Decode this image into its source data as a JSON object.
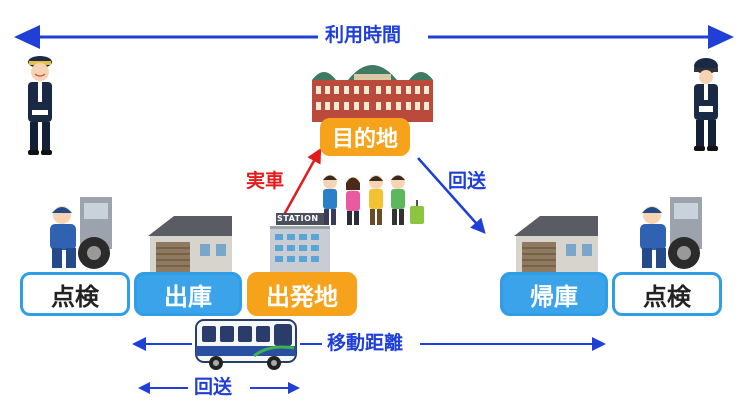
{
  "labels": {
    "usage_time": "利用時間",
    "actual_ride": "実車",
    "deadhead_top": "回送",
    "travel_distance": "移動距離",
    "deadhead_bottom": "回送"
  },
  "boxes": {
    "inspection_left": "点検",
    "depart_garage": "出庫",
    "origin": "出発地",
    "destination": "目的地",
    "return_garage": "帰庫",
    "inspection_right": "点検"
  },
  "illustrations": {
    "station_sign": "STATION"
  },
  "colors": {
    "arrow_blue": "#1f3fd6",
    "arrow_red": "#e21c1c",
    "box_blue": "#3aa3ea",
    "box_orange": "#f7a21b",
    "border_blue": "#2f9ee6"
  }
}
